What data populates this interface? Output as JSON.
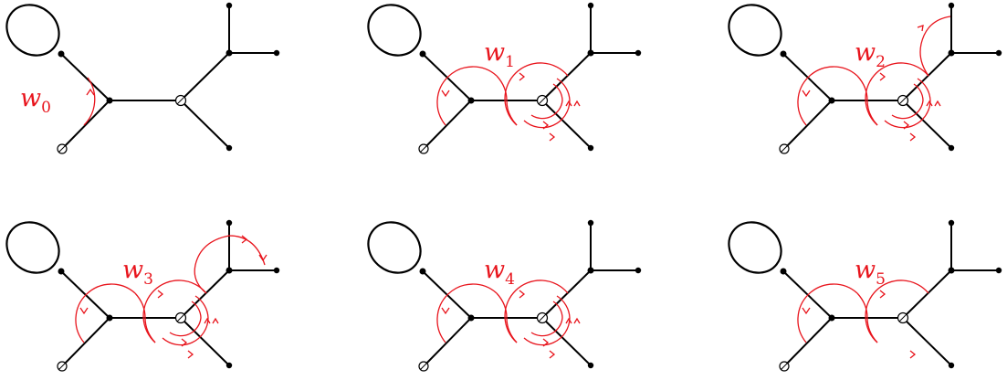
{
  "panels": [
    {
      "id": "p0",
      "label": "w",
      "sub": "0"
    },
    {
      "id": "p1",
      "label": "w",
      "sub": "1"
    },
    {
      "id": "p2",
      "label": "w",
      "sub": "2"
    },
    {
      "id": "p3",
      "label": "w",
      "sub": "3"
    },
    {
      "id": "p4",
      "label": "w",
      "sub": "4"
    },
    {
      "id": "p5",
      "label": "w",
      "sub": "5"
    }
  ],
  "colors": {
    "graph": "#000000",
    "walk": "#e8141c",
    "background": "#ffffff"
  }
}
